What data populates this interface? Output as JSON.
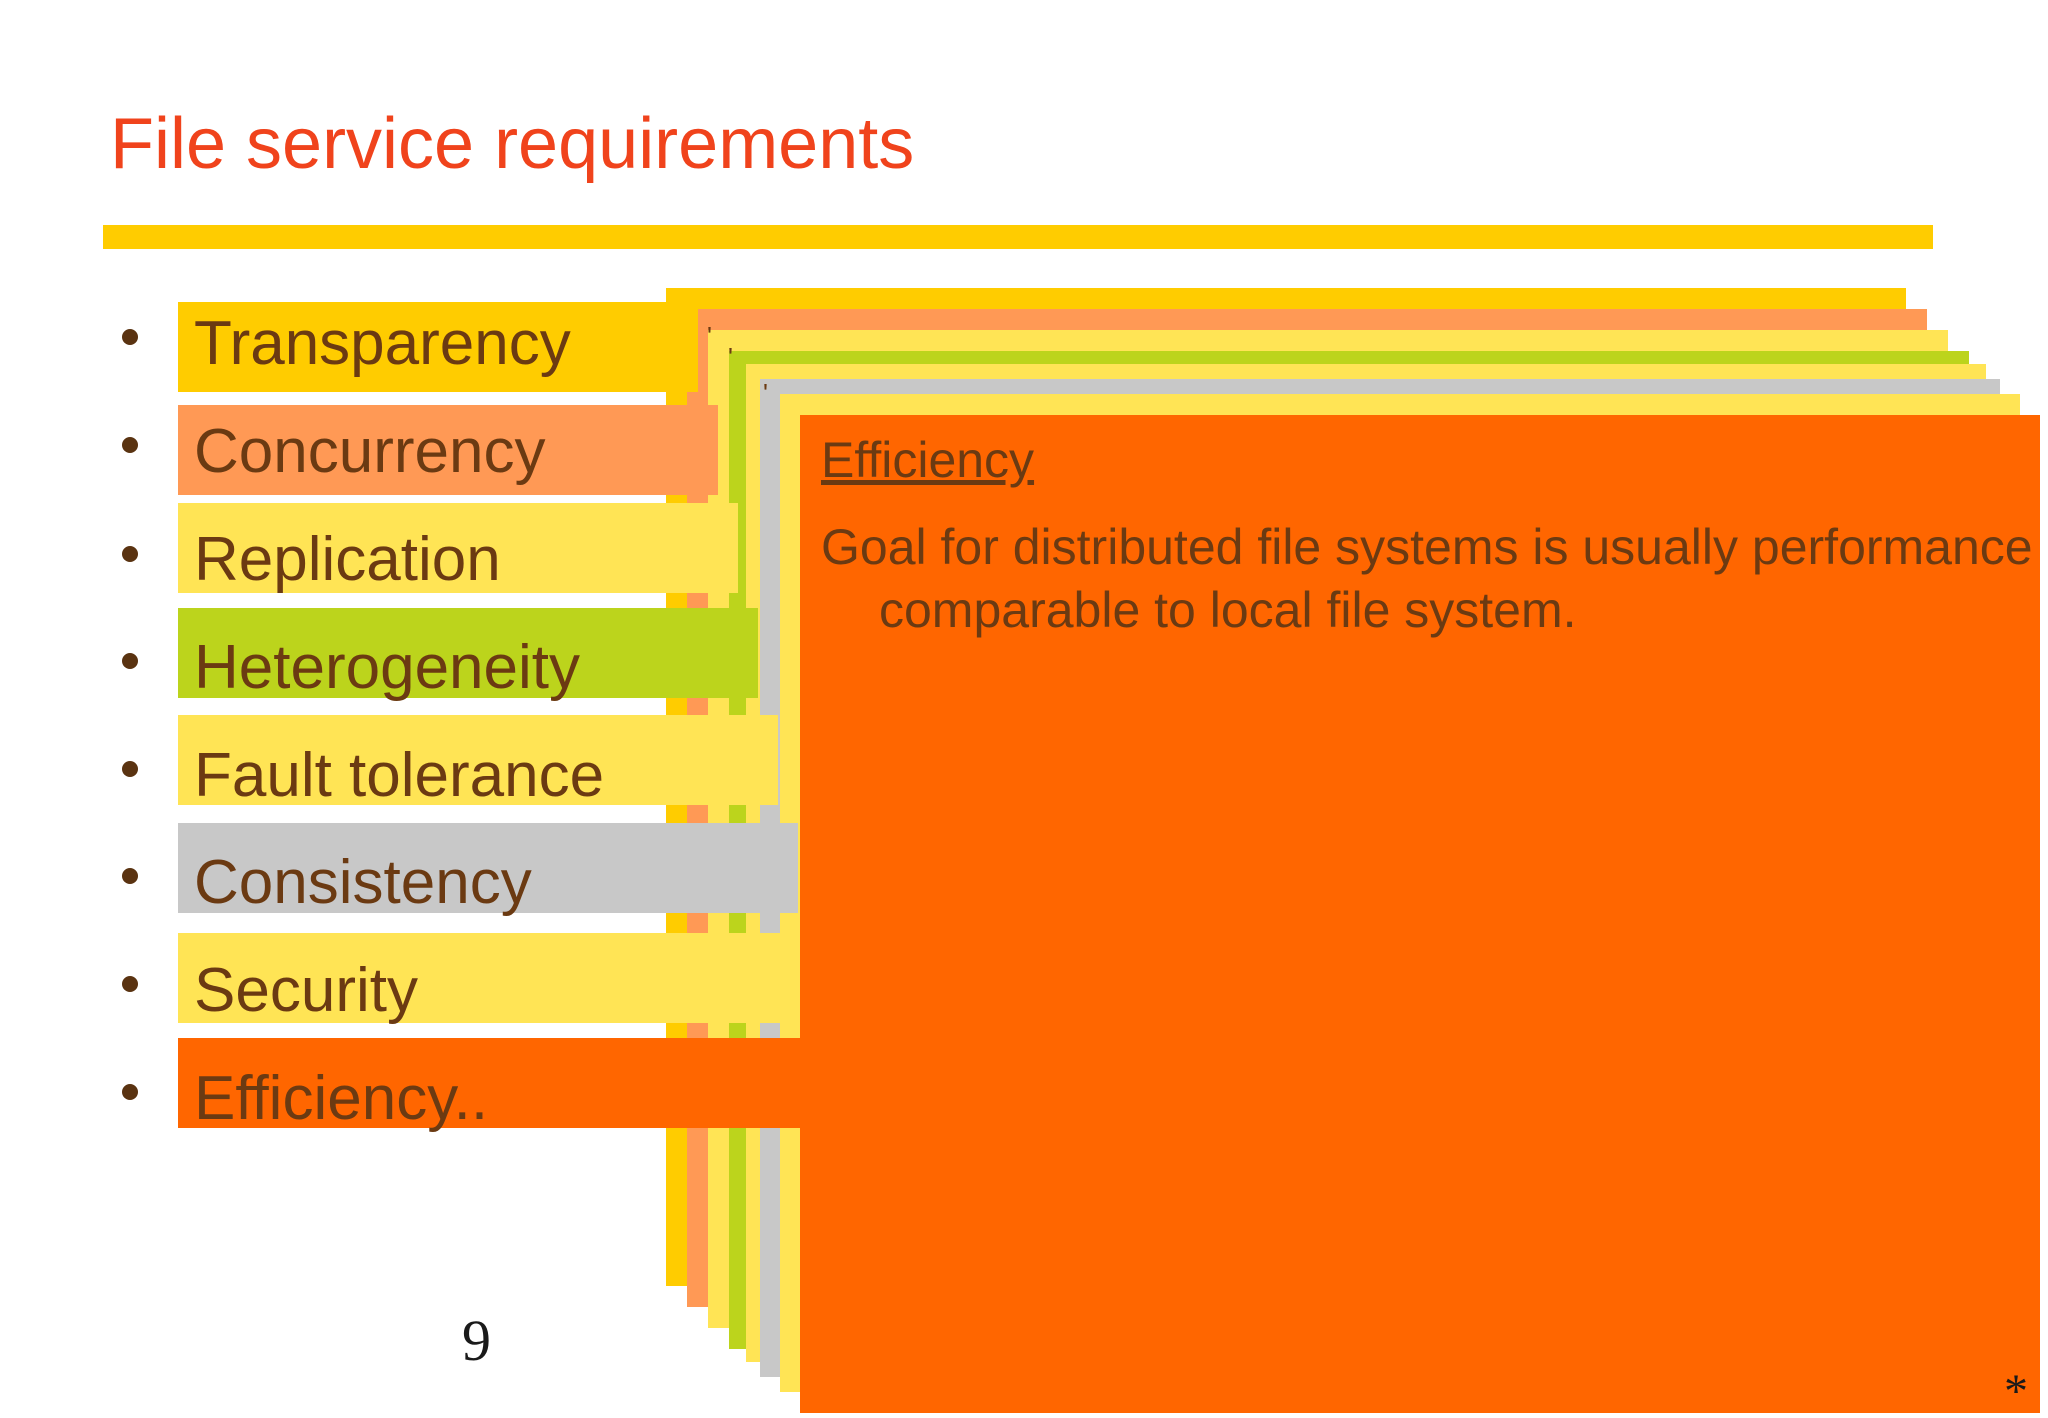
{
  "slide": {
    "title": "File service requirements",
    "page_number": "9",
    "corner_mark": "*"
  },
  "requirements": [
    {
      "label": "Transparency",
      "color": "#ffcc00"
    },
    {
      "label": "Concurrency",
      "color": "#ff9955"
    },
    {
      "label": "Replication",
      "color": "#ffe455"
    },
    {
      "label": "Heterogeneity",
      "color": "#bcd41c"
    },
    {
      "label": "Fault tolerance",
      "color": "#ffe455"
    },
    {
      "label": "Consistency",
      "color": "#c8c8c8"
    },
    {
      "label": "Security",
      "color": "#ffe455"
    },
    {
      "label": "Efficiency..",
      "color": "#ff6600"
    }
  ],
  "detail": {
    "heading": "Efficiency",
    "body": "Goal for distributed file systems is usually performance comparable to local file system."
  },
  "colors": {
    "title": "#f0431c",
    "title_rule": "#ffcc00",
    "text": "#6b3a12",
    "detail_card": "#ff6600"
  }
}
